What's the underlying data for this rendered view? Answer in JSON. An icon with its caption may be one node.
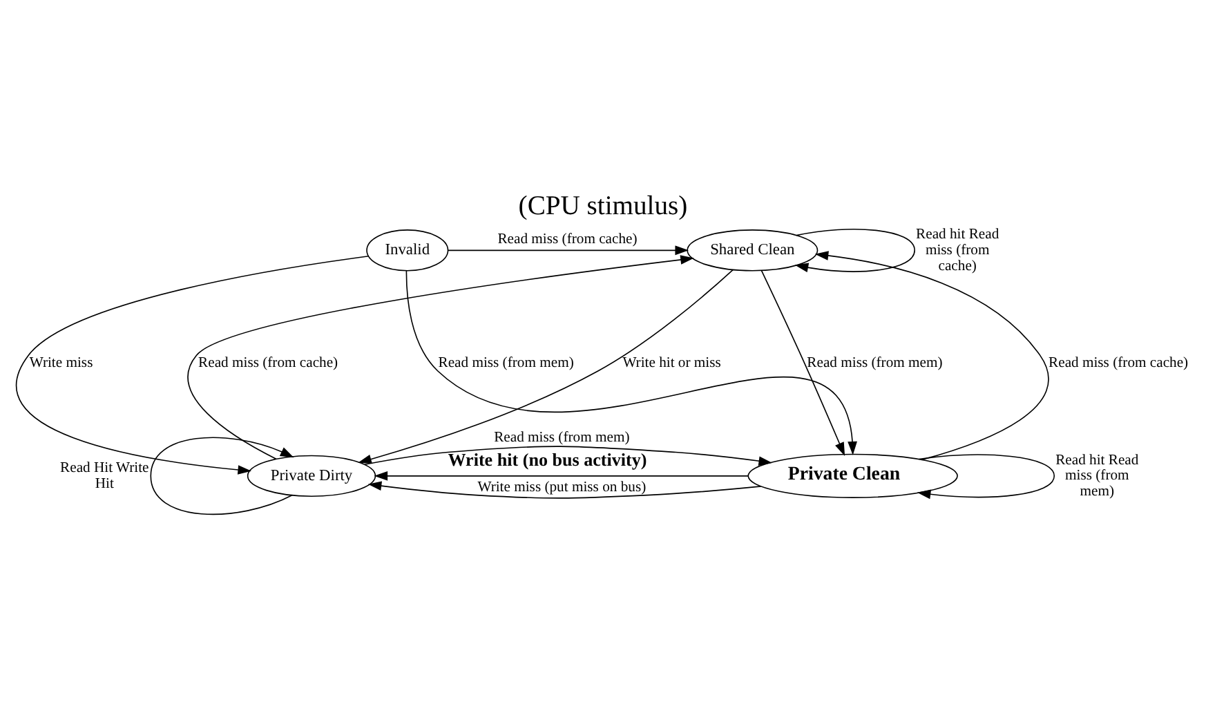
{
  "diagram": {
    "title": "(CPU stimulus)",
    "nodes": [
      {
        "text": [
          "Invalid"
        ]
      },
      {
        "text": [
          "Shared Clean"
        ]
      },
      {
        "text": [
          "Private Dirty"
        ]
      },
      {
        "text": [
          "Private Clean"
        ]
      }
    ],
    "edges": [
      {
        "from": 0,
        "to": 1,
        "arrow": "to",
        "label": "Read miss (from cache)"
      },
      {
        "from": 0,
        "to": 3,
        "arrow": "to",
        "label": "Read miss (from mem)"
      },
      {
        "from": 0,
        "to": 2,
        "arrow": "to",
        "label": "Write miss"
      },
      {
        "from": 1,
        "to": 1,
        "arrow": "to",
        "label": "Read hit Read miss (from cache)"
      },
      {
        "from": 1,
        "to": 2,
        "arrow": "to",
        "label": "Write hit or miss"
      },
      {
        "from": 2,
        "to": 1,
        "arrow": "to",
        "label": "Read miss (from cache)"
      },
      {
        "from": 3,
        "to": 1,
        "arrow": "to",
        "label": "Read miss (from cache)"
      },
      {
        "from": 1,
        "to": 3,
        "arrow": "to",
        "label": "Read miss (from mem)"
      },
      {
        "from": 3,
        "to": 2,
        "arrow": "to",
        "label": "Write hit (no bus activity)"
      },
      {
        "from": 3,
        "to": 2,
        "arrow": "to",
        "label": "Write miss (put miss on bus)"
      },
      {
        "from": 2,
        "to": 3,
        "arrow": "to",
        "label": "Read miss (from mem)"
      },
      {
        "from": 2,
        "to": 2,
        "arrow": "to",
        "label": "Read Hit Write Hit"
      },
      {
        "from": 3,
        "to": 3,
        "arrow": "to",
        "label": "Read hit Read miss (from mem)"
      }
    ]
  }
}
